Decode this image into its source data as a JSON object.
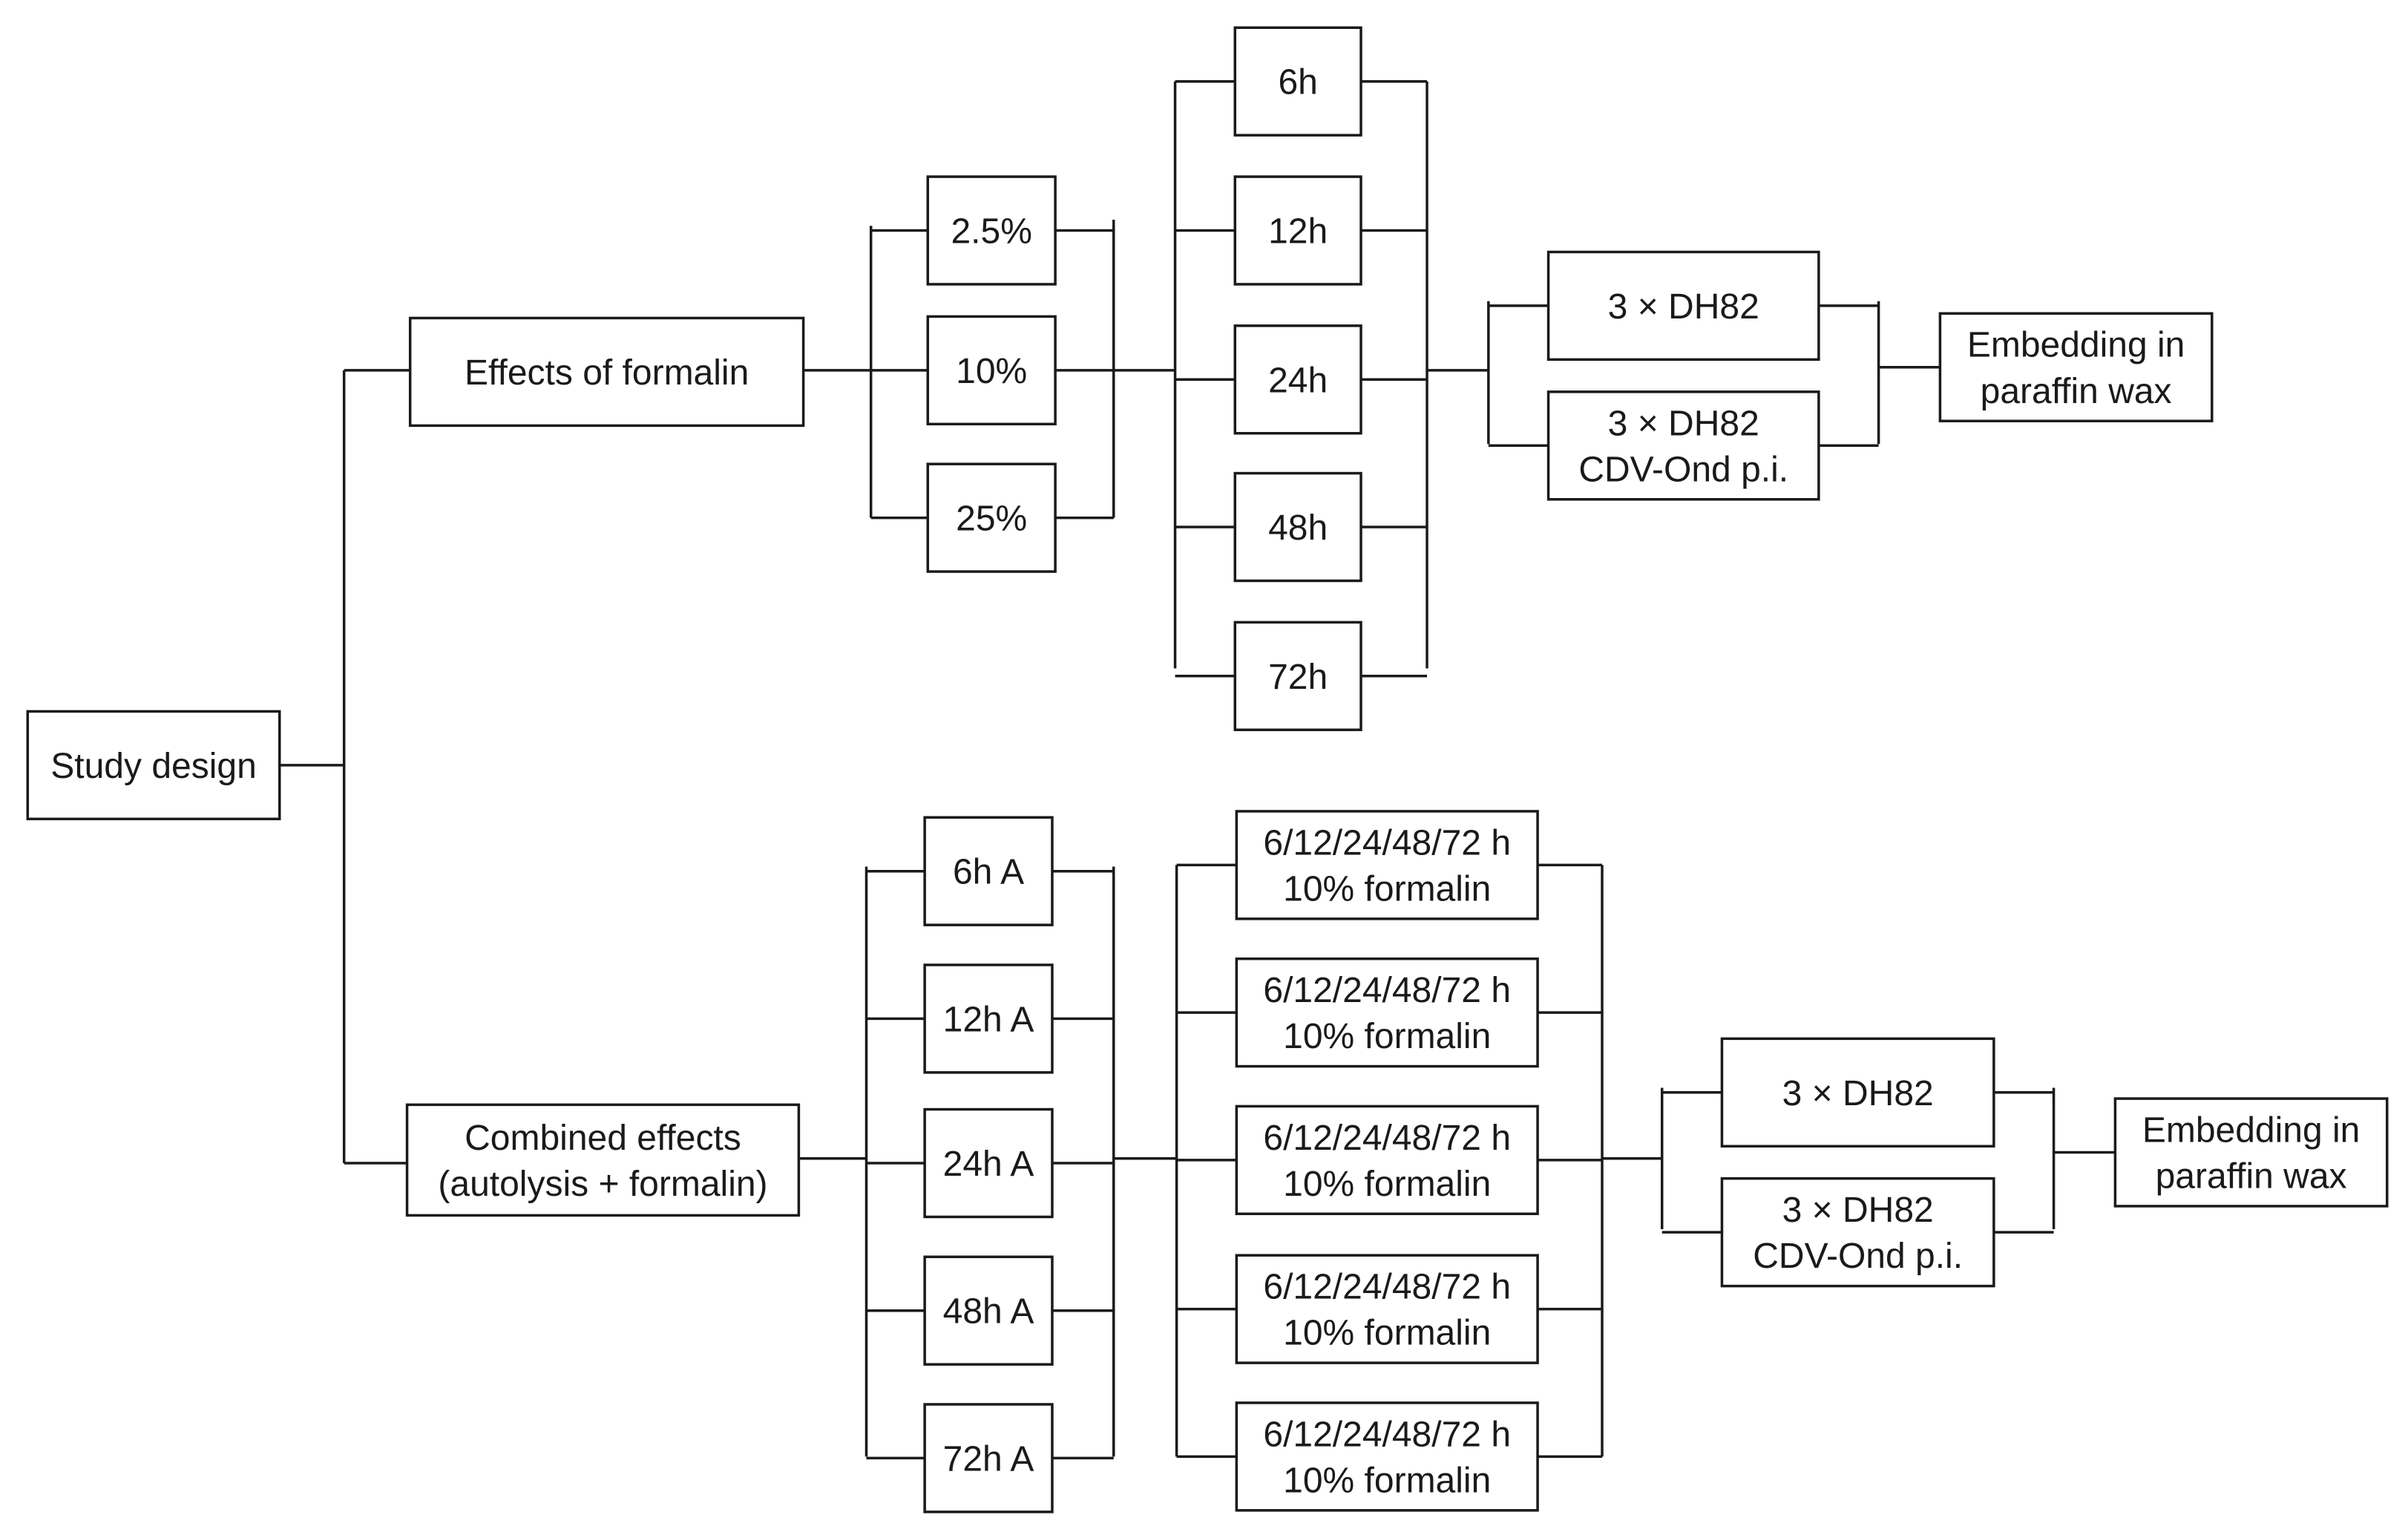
{
  "diagram": {
    "root": {
      "lines": [
        "Study design"
      ]
    },
    "formalin_branch": {
      "title": [
        "Effects of formalin"
      ],
      "concentrations": [
        [
          "2.5%"
        ],
        [
          "10%"
        ],
        [
          "25%"
        ]
      ],
      "durations": [
        [
          "6h"
        ],
        [
          "12h"
        ],
        [
          "24h"
        ],
        [
          "48h"
        ],
        [
          "72h"
        ]
      ],
      "cells": [
        [
          "3 × DH82"
        ],
        [
          "3 × DH82",
          "CDV-Ond p.i."
        ]
      ],
      "final": [
        "Embedding in",
        "paraffin wax"
      ]
    },
    "combined_branch": {
      "title": [
        "Combined effects",
        "(autolysis + formalin)"
      ],
      "autolysis": [
        [
          "6h A"
        ],
        [
          "12h A"
        ],
        [
          "24h A"
        ],
        [
          "48h A"
        ],
        [
          "72h A"
        ]
      ],
      "fixation": [
        [
          "6/12/24/48/72 h",
          "10% formalin"
        ],
        [
          "6/12/24/48/72 h",
          "10% formalin"
        ],
        [
          "6/12/24/48/72 h",
          "10% formalin"
        ],
        [
          "6/12/24/48/72 h",
          "10% formalin"
        ],
        [
          "6/12/24/48/72 h",
          "10% formalin"
        ]
      ],
      "cells": [
        [
          "3 × DH82"
        ],
        [
          "3 × DH82",
          "CDV-Ond p.i."
        ]
      ],
      "final": [
        "Embedding in",
        "paraffin wax"
      ]
    }
  }
}
